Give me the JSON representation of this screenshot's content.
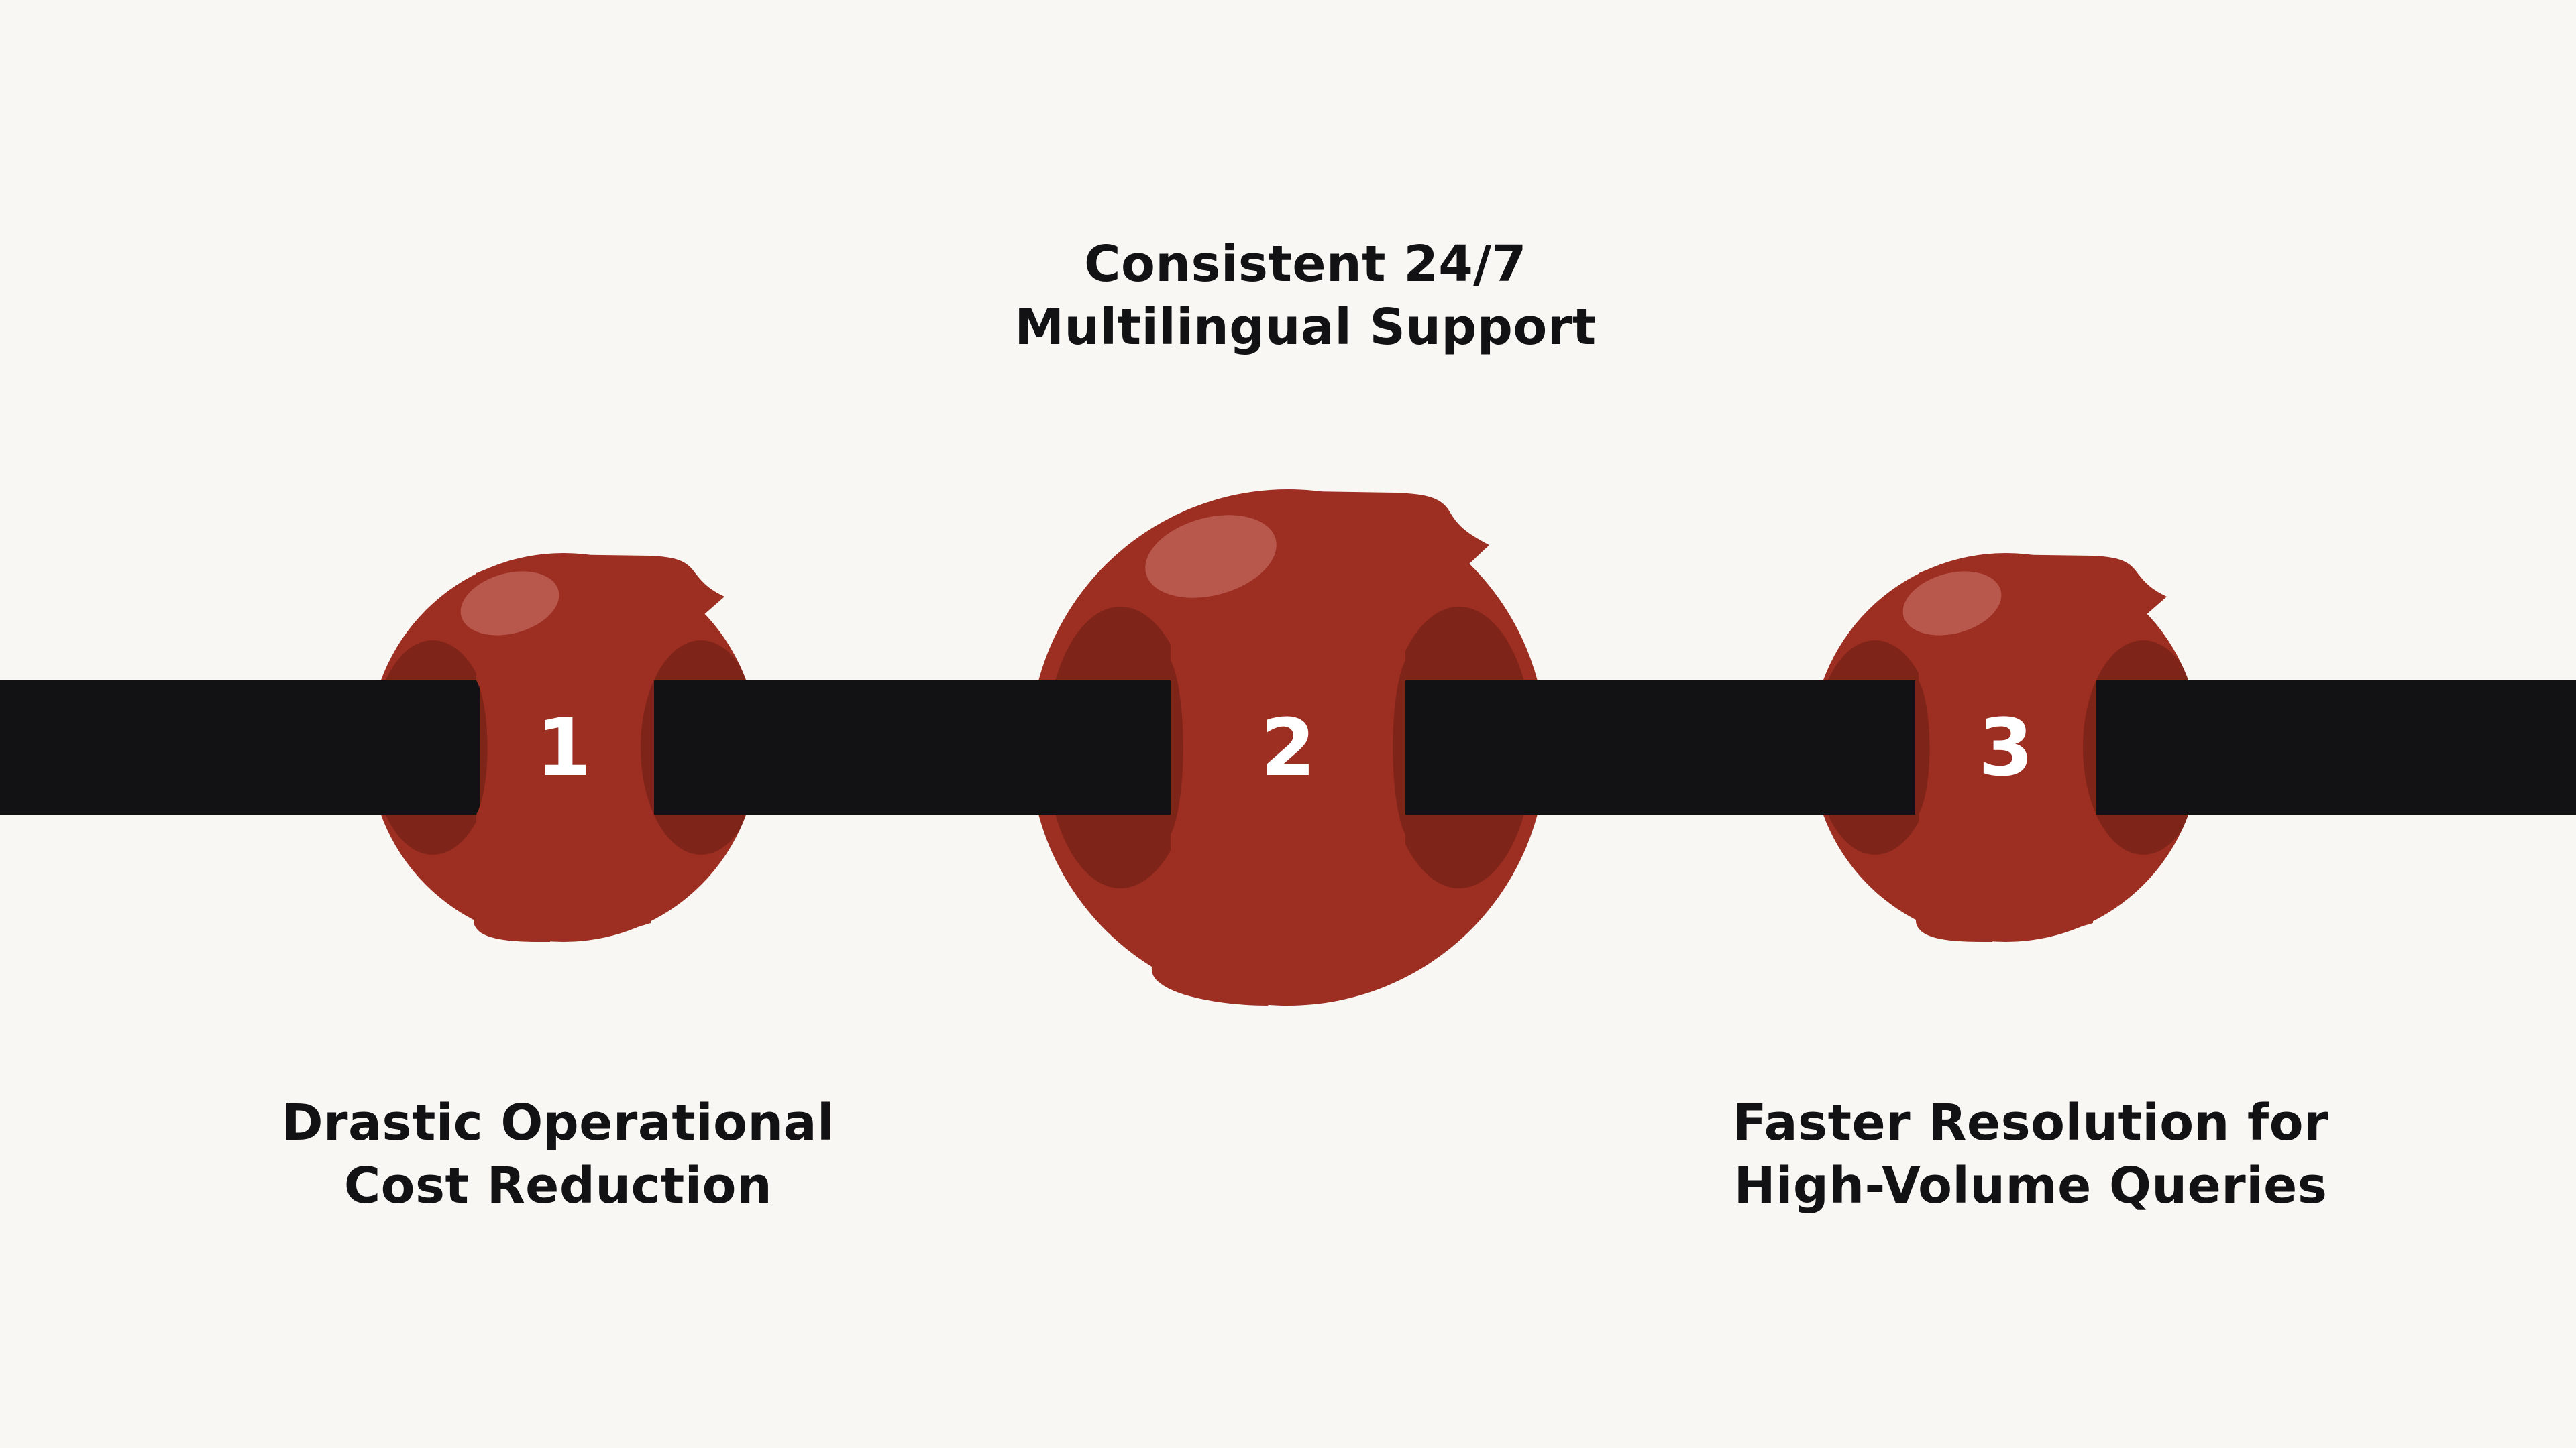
{
  "colors": {
    "background": "#f8f7f4",
    "bar": "#121214",
    "bead": "#9c2e22",
    "bead_shadow": "#7e2419",
    "highlight": "#b8584d",
    "number": "#ffffff",
    "text": "#121214"
  },
  "items": [
    {
      "number": "1",
      "caption_lines": [
        "Drastic Operational",
        "Cost Reduction"
      ]
    },
    {
      "number": "2",
      "caption_lines": [
        "Consistent 24/7",
        "Multilingual Support"
      ]
    },
    {
      "number": "3",
      "caption_lines": [
        "Faster Resolution for",
        "High-Volume Queries"
      ]
    }
  ]
}
